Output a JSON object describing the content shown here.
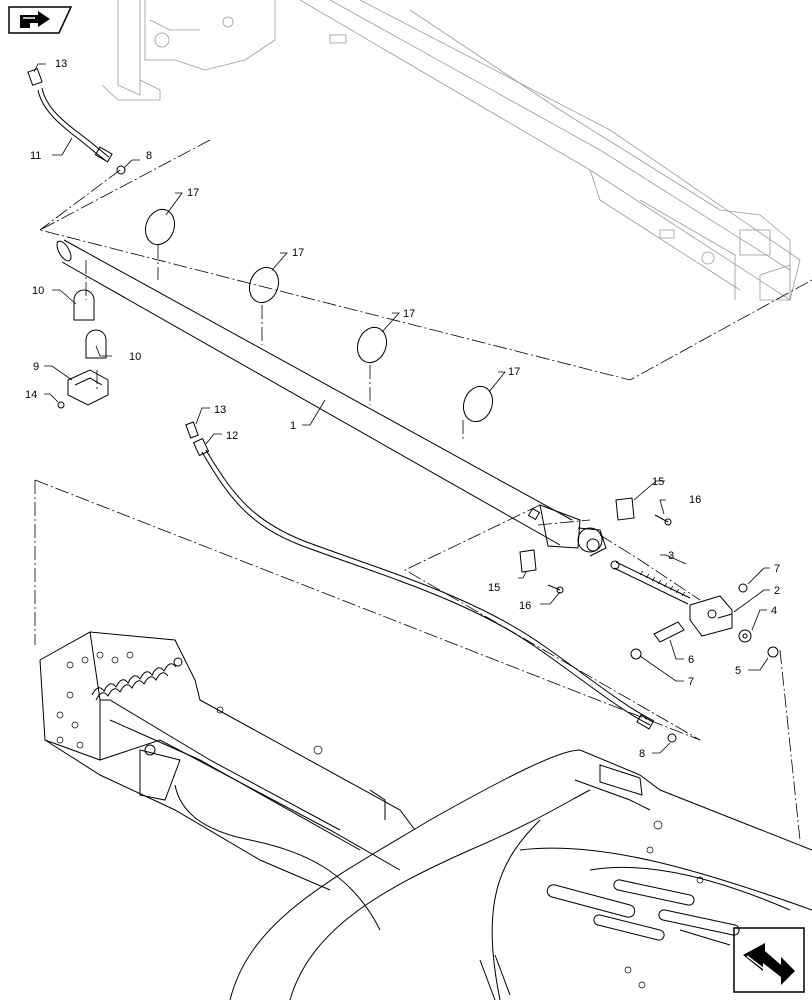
{
  "navigation": {
    "top_icon": "prev-page-arrow-icon",
    "bottom_icon": "next-page-arrow-icon"
  },
  "callouts": {
    "c1": "1",
    "c2": "2",
    "c3": "3",
    "c4": "4",
    "c5": "5",
    "c6": "6",
    "c7a": "7",
    "c7b": "7",
    "c8a": "8",
    "c8b": "8",
    "c9": "9",
    "c10a": "10",
    "c10b": "10",
    "c11": "11",
    "c12": "12",
    "c13a": "13",
    "c13b": "13",
    "c14": "14",
    "c15a": "15",
    "c15b": "15",
    "c16a": "16",
    "c16b": "16",
    "c17a": "17",
    "c17b": "17",
    "c17c": "17",
    "c17d": "17"
  }
}
